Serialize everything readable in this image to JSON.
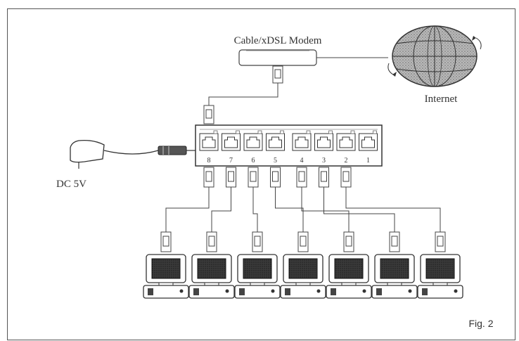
{
  "labels": {
    "modem": "Cable/xDSL Modem",
    "internet": "Internet",
    "power": "DC 5V",
    "figure": "Fig. 2"
  },
  "ports": [
    "8",
    "7",
    "6",
    "5",
    "4",
    "3",
    "2",
    "1"
  ],
  "computer_count": 7,
  "colors": {
    "line": "#444444",
    "globe": "#9a9a9a",
    "screen": "#2b2b2b"
  }
}
